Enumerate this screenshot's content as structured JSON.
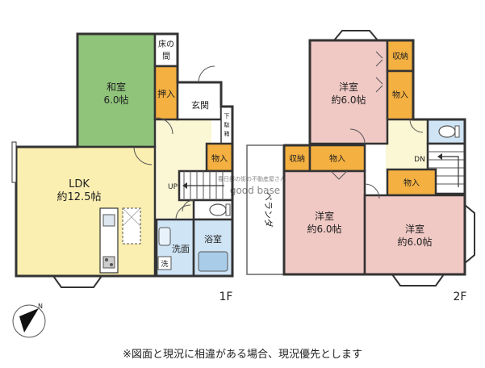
{
  "plan": {
    "floor1": {
      "label": "1F",
      "washitsu": {
        "name": "和室",
        "size": "6.0帖"
      },
      "tokonoma": "床の間",
      "oshiire": "押入",
      "genkan": "玄関",
      "getabako": "下駄箱",
      "monoire": "物入",
      "ldk": {
        "name": "LDK",
        "size": "約12.5帖"
      },
      "up": "UP",
      "senmen": "洗面",
      "yokushitsu": "浴室",
      "sentaku": "洗"
    },
    "floor2": {
      "label": "2F",
      "youshitsu_top": {
        "name": "洋室",
        "size": "約6.0帖"
      },
      "shuno_top": "収納",
      "monoire_top": "物入",
      "dn": "DN",
      "shuno_mid": "収納",
      "monoire_mid": "物入",
      "monoire_right": "物入",
      "youshitsu_left": {
        "name": "洋室",
        "size": "約6.0帖"
      },
      "youshitsu_right": {
        "name": "洋室",
        "size": "約6.0帖"
      },
      "veranda": "ベランダ"
    },
    "watermark": {
      "line1": "春日部の街の不動産屋さん",
      "line2": "good base"
    },
    "compass": "N",
    "notice": "※図面と現況に相違がある場合、現況優先とします"
  },
  "colors": {
    "washitsu": "#8fc47a",
    "ldk": "#faeeb0",
    "youshitsu": "#f0c8c4",
    "storage": "#f4b040",
    "hall": "#fbf6d4",
    "wet": "#cfe4f5",
    "wall": "#333333"
  }
}
